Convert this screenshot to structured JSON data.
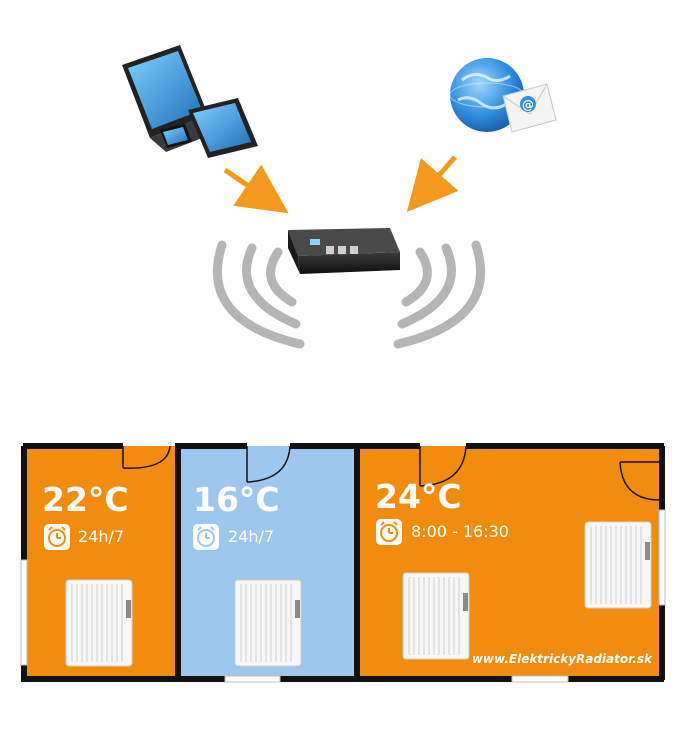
{
  "rooms": [
    {
      "temperature": "22°C",
      "schedule": "24h/7",
      "color": "#f28c0f"
    },
    {
      "temperature": "16°C",
      "schedule": "24h/7",
      "color": "#9ec7ef"
    },
    {
      "temperature": "24°C",
      "schedule": "8:00 - 16:30",
      "color": "#f28c0f"
    }
  ],
  "watermark": "www.ElektrickyRadiator.sk",
  "colors": {
    "arrow": "#f39a1e",
    "signal": "#b5b5b5",
    "wall": "#111111"
  },
  "icons": [
    "laptop-tablet-phone-icon",
    "globe-email-icon",
    "control-unit-icon",
    "wifi-signal-icon",
    "clock-icon",
    "radiator-icon"
  ]
}
